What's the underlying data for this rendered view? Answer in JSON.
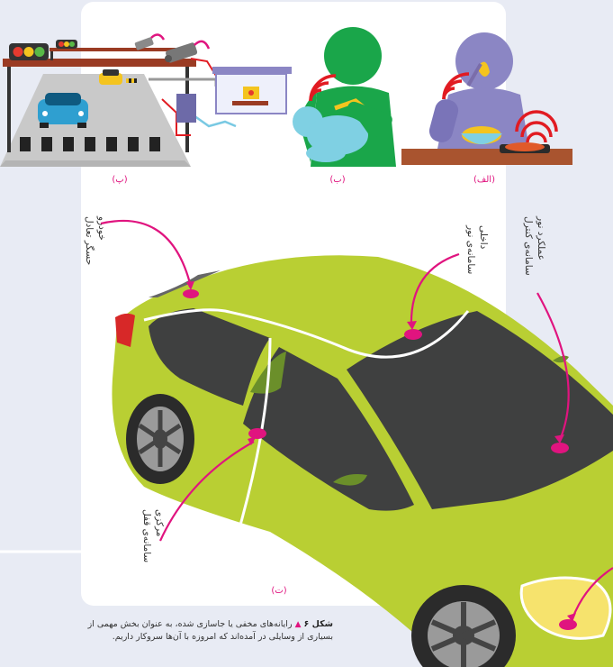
{
  "figure": {
    "panels": [
      {
        "key": "alef",
        "label": "(الف)"
      },
      {
        "key": "be",
        "label": "(ب)"
      },
      {
        "key": "pe",
        "label": "(پ)"
      },
      {
        "key": "te",
        "label": "(ت)"
      }
    ],
    "car_labels": {
      "dynamics_sensor": [
        "حسگر تعادل",
        "خودرو"
      ],
      "interior_light": [
        "سامانه‌ی نور",
        "داخلی"
      ],
      "headlight_control": [
        "سامانه‌ی کنترل",
        "عملکرد نور"
      ],
      "central_lock": [
        "سامانه‌ی قفل",
        "مرکزی"
      ]
    },
    "caption": {
      "figure_no": "شکل ۶",
      "line1": "رایانه‌های مخفی یا جاسازی شده، به عنوان بخش مهمی از",
      "line2": "بسیاری از وسایلی در آمده‌اند که امروزه با آن‌ها سروکار داریم."
    },
    "colors": {
      "car_body": "#b9cf33",
      "glass": "#3f4040",
      "accent": "#e0147f",
      "person_green": "#1aa64a",
      "person_purple": "#8b86c4",
      "wifi_red": "#e11b22",
      "panel_bg": "#ffffff",
      "page_bg": "#e8ebf4"
    }
  }
}
